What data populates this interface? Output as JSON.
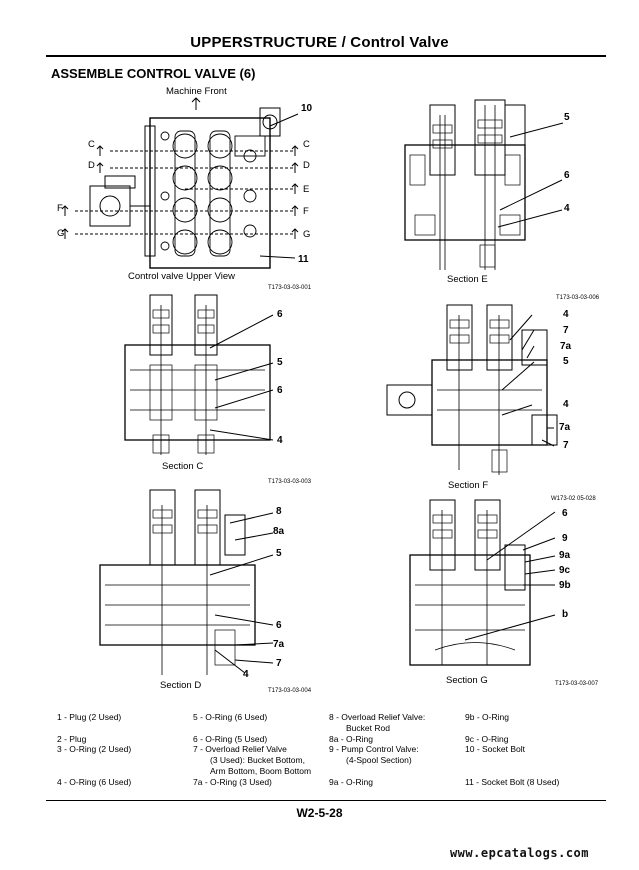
{
  "header": {
    "title": "UPPERSTRUCTURE / Control Valve"
  },
  "section_title": "ASSEMBLE CONTROL VALVE (6)",
  "upper_view": {
    "machine_front": "Machine Front",
    "caption": "Control valve Upper View",
    "ref": "T173-03-03-001",
    "section_marks": [
      "C",
      "D",
      "E",
      "F",
      "G"
    ],
    "callouts": [
      "10",
      "11"
    ]
  },
  "section_e": {
    "caption": "Section E",
    "ref": "T173-03-03-006",
    "callouts": [
      "5",
      "6",
      "4"
    ]
  },
  "section_c": {
    "caption": "Section C",
    "ref": "T173-03-03-003",
    "callouts": [
      "6",
      "5",
      "6",
      "4"
    ]
  },
  "section_f": {
    "caption": "Section F",
    "ref": "W173-02 05-028",
    "callouts": [
      "4",
      "7",
      "7a",
      "5",
      "4",
      "7a",
      "7"
    ]
  },
  "section_d": {
    "caption": "Section D",
    "ref": "T173-03-03-004",
    "callouts": [
      "8",
      "8a",
      "5",
      "6",
      "7a",
      "7",
      "4"
    ]
  },
  "section_g": {
    "caption": "Section G",
    "ref": "T173-03-03-007",
    "callouts": [
      "6",
      "9",
      "9a",
      "9c",
      "9b",
      "b"
    ]
  },
  "legend": [
    {
      "text": "1 -  Plug (2 Used)"
    },
    {
      "text": "2 -  Plug"
    },
    {
      "text": "3 -  O-Ring (2 Used)"
    },
    {
      "text": "4 -  O-Ring (6 Used)"
    },
    {
      "text": "5 -  O-Ring (6 Used)"
    },
    {
      "text": "6 -  O-Ring (5 Used)"
    },
    {
      "text": "7 -  Overload Relief Valve"
    },
    {
      "text": "(3 Used): Bucket Bottom,"
    },
    {
      "text": "Arm Bottom, Boom Bottom"
    },
    {
      "text": "7a - O-Ring (3 Used)"
    },
    {
      "text": "8 -  Overload Relief Valve:"
    },
    {
      "text": "Bucket Rod"
    },
    {
      "text": "8a - O-Ring"
    },
    {
      "text": "9 -  Pump Control Valve:"
    },
    {
      "text": "(4-Spool Section)"
    },
    {
      "text": "9a - O-Ring"
    },
    {
      "text": "9b - O-Ring"
    },
    {
      "text": "9c - O-Ring"
    },
    {
      "text": "10 - Socket Bolt"
    },
    {
      "text": "11 - Socket Bolt (8 Used)"
    }
  ],
  "page_number": "W2-5-28",
  "watermark": "www.epcatalogs.com"
}
